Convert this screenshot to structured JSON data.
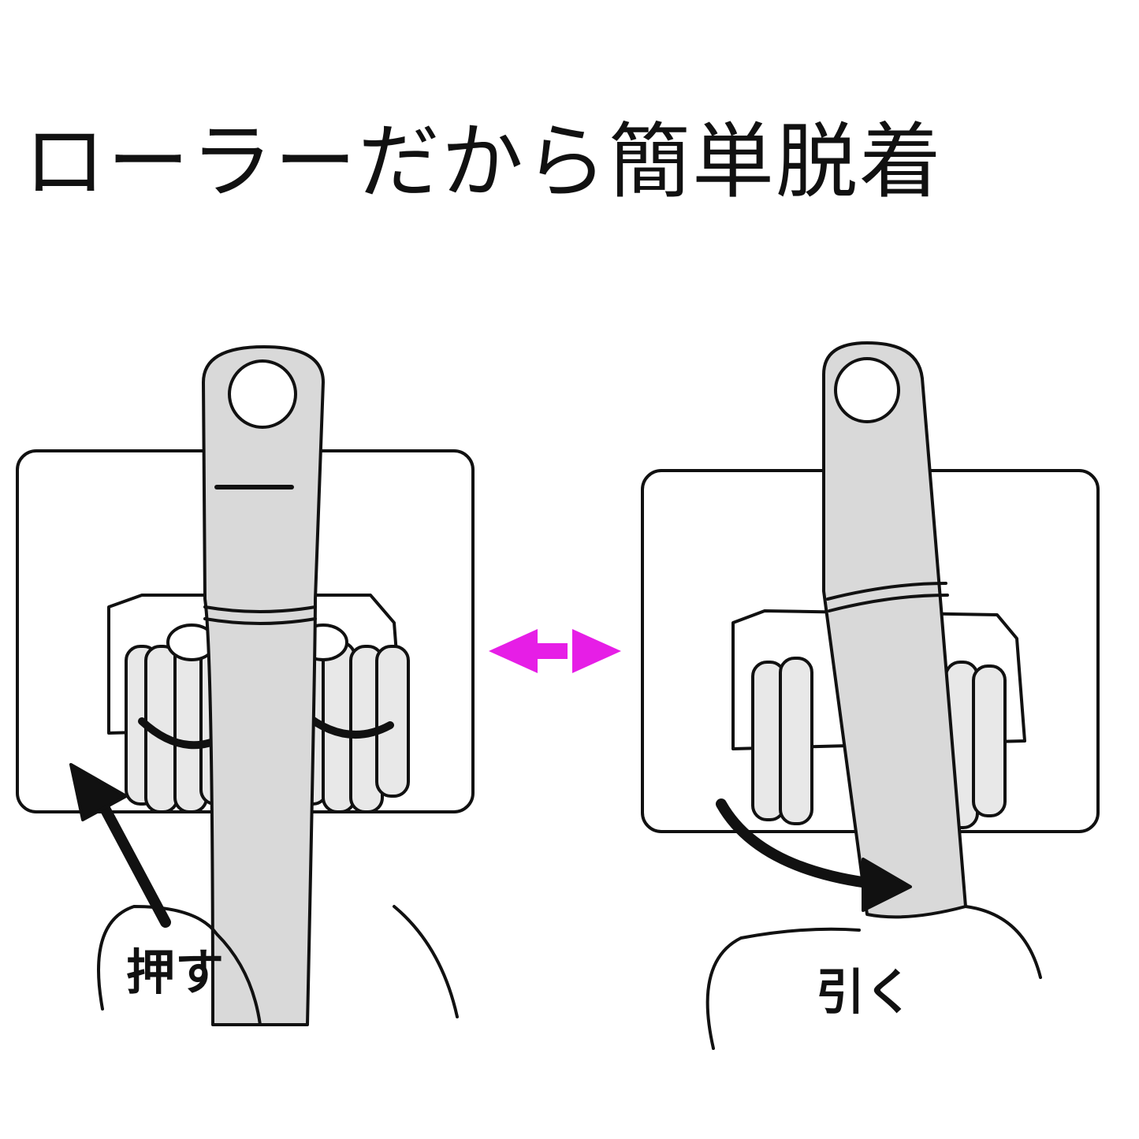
{
  "title": "ローラーだから簡単脱着",
  "left_panel": {
    "label": "押す"
  },
  "right_panel": {
    "label": "引く"
  },
  "colors": {
    "arrow": "#e61ee6",
    "handle": "#d9d9d9",
    "ink": "#111111"
  },
  "icons": {
    "center": "double-arrow-icon"
  }
}
